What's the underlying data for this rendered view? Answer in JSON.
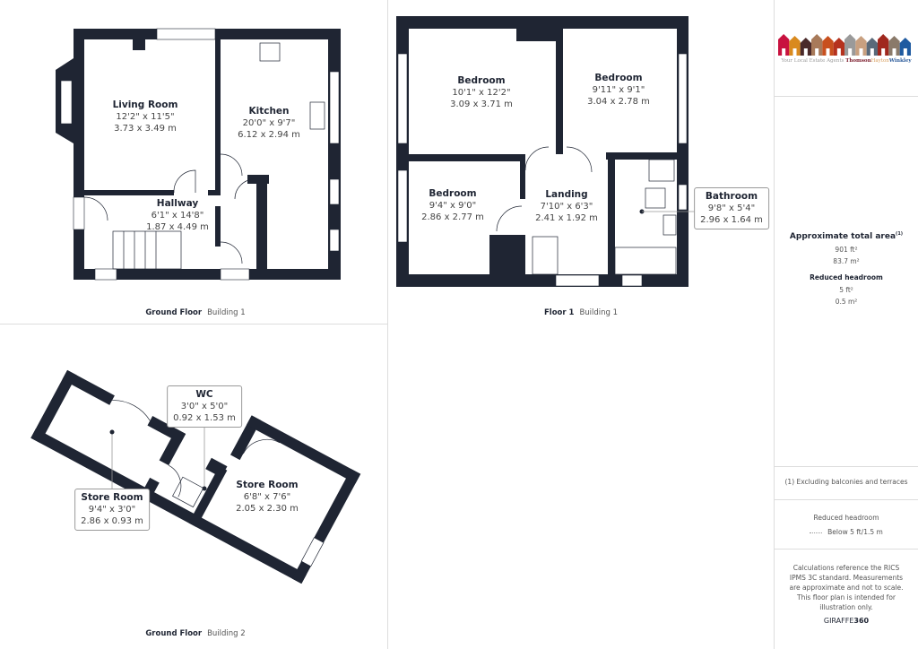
{
  "plans": {
    "ground_floor_b1": {
      "floor": "Ground Floor",
      "building": "Building 1",
      "rooms": [
        {
          "name": "Living Room",
          "imperial": "12'2\" x 11'5\"",
          "metric": "3.73 x 3.49 m"
        },
        {
          "name": "Kitchen",
          "imperial": "20'0\" x 9'7\"",
          "metric": "6.12 x 2.94 m"
        },
        {
          "name": "Hallway",
          "imperial": "6'1\" x 14'8\"",
          "metric": "1.87 x 4.49 m"
        }
      ]
    },
    "floor1_b1": {
      "floor": "Floor 1",
      "building": "Building 1",
      "rooms": [
        {
          "name": "Bedroom",
          "imperial": "10'1\" x 12'2\"",
          "metric": "3.09 x 3.71 m"
        },
        {
          "name": "Bedroom",
          "imperial": "9'11\" x 9'1\"",
          "metric": "3.04 x 2.78 m"
        },
        {
          "name": "Bedroom",
          "imperial": "9'4\" x 9'0\"",
          "metric": "2.86 x 2.77 m"
        },
        {
          "name": "Landing",
          "imperial": "7'10\" x 6'3\"",
          "metric": "2.41 x 1.92 m"
        },
        {
          "name": "Bathroom",
          "imperial": "9'8\" x 5'4\"",
          "metric": "2.96 x 1.64 m"
        }
      ]
    },
    "ground_floor_b2": {
      "floor": "Ground Floor",
      "building": "Building 2",
      "rooms": [
        {
          "name": "WC",
          "imperial": "3'0\" x 5'0\"",
          "metric": "0.92 x 1.53 m"
        },
        {
          "name": "Store Room",
          "imperial": "9'4\" x 3'0\"",
          "metric": "2.86 x 0.93 m"
        },
        {
          "name": "Store Room",
          "imperial": "6'8\" x 7'6\"",
          "metric": "2.05 x 2.30 m"
        }
      ]
    }
  },
  "sidebar": {
    "logo": {
      "tagline": "Your Local Estate Agents",
      "brand_1": "Thomson",
      "brand_2": "Hayton",
      "brand_3": "Winkley",
      "colors": [
        "#c8123f",
        "#d98a1e",
        "#4a2a2a",
        "#a87a5a",
        "#c8501e",
        "#b5321e",
        "#9a9a9a",
        "#c8a080",
        "#5a6a7a",
        "#a0281e",
        "#8a7a6a",
        "#1e5aa0"
      ]
    },
    "total_title": "Approximate total area",
    "total_sup": "(1)",
    "total_ft": "901 ft²",
    "total_m": "83.7 m²",
    "reduced_title": "Reduced headroom",
    "reduced_ft": "5 ft²",
    "reduced_m": "0.5 m²",
    "footnote": "(1) Excluding balconies and terraces",
    "legend_title": "Reduced headroom",
    "legend_item": "Below 5 ft/1.5 m",
    "disclaimer": "Calculations reference the RICS IPMS 3C standard. Measurements are approximate and not to scale. This floor plan is intended for illustration only.",
    "brand_a": "GIRAFFE",
    "brand_b": "360"
  },
  "colors": {
    "wall": "#1f2533",
    "divider": "#dddddd"
  }
}
